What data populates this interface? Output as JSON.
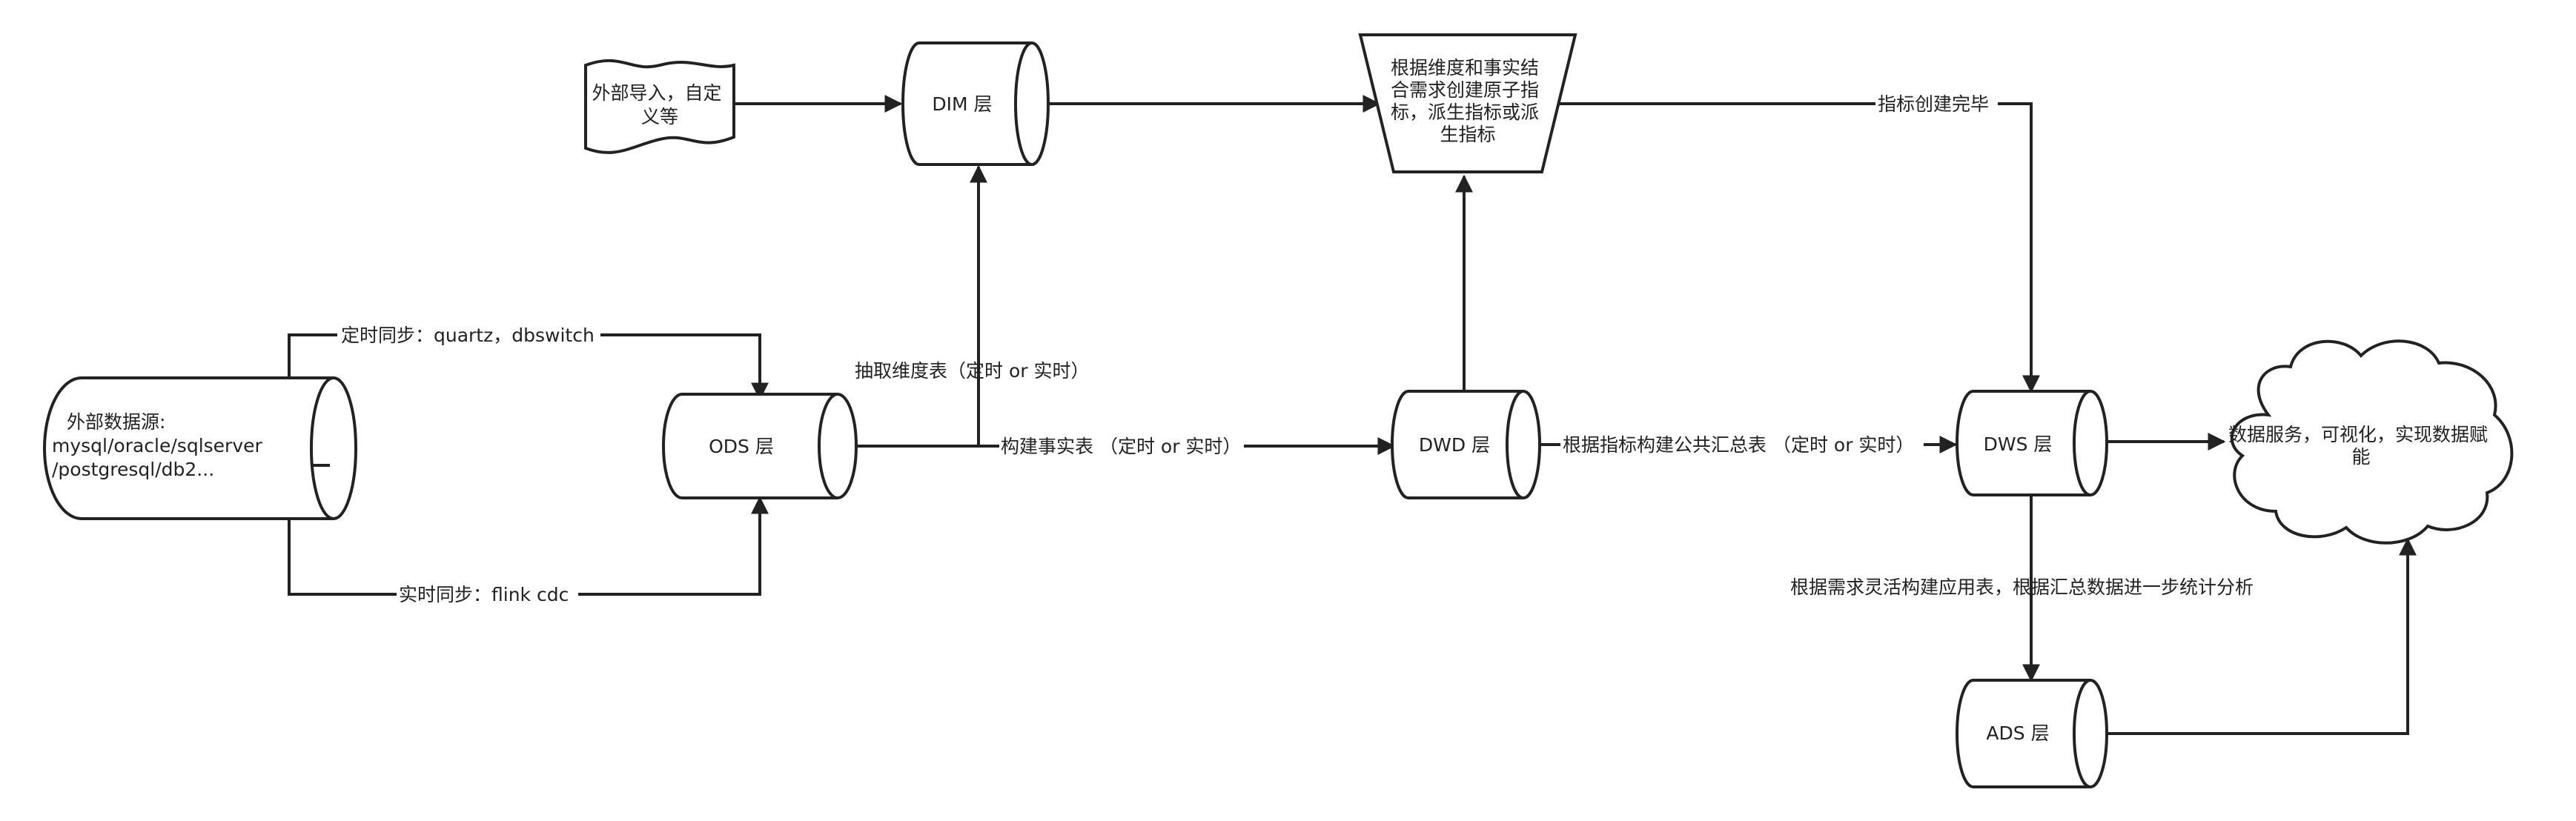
{
  "nodes": {
    "external_source": {
      "lines": [
        "外部数据源:",
        "mysql/oracle/sqlserver",
        "/postgresql/db2..."
      ]
    },
    "import_doc": {
      "lines": [
        "外部导入，自定",
        "义等"
      ]
    },
    "dim": {
      "lines": [
        "DIM 层"
      ]
    },
    "metric_builder": {
      "lines": [
        "根据维度和事实结",
        "合需求创建原子指",
        "标，派生指标或派",
        "生指标"
      ]
    },
    "ods": {
      "lines": [
        "ODS 层"
      ]
    },
    "dwd": {
      "lines": [
        "DWD 层"
      ]
    },
    "dws": {
      "lines": [
        "DWS 层"
      ]
    },
    "ads": {
      "lines": [
        "ADS 层"
      ]
    },
    "data_service": {
      "lines": [
        "数据服务，可视化，实现数据赋",
        "能"
      ]
    }
  },
  "edges": {
    "timed_sync": "定时同步：quartz，dbswitch",
    "realtime_sync": "实时同步：flink cdc",
    "extract_dim": "抽取维度表（定时 or 实时）",
    "build_fact": "构建事实表 （定时 or 实时）",
    "build_summary": "根据指标构建公共汇总表 （定时 or 实时）",
    "metric_done": "指标创建完毕",
    "build_app": "根据需求灵活构建应用表，根据汇总数据进一步统计分析"
  }
}
